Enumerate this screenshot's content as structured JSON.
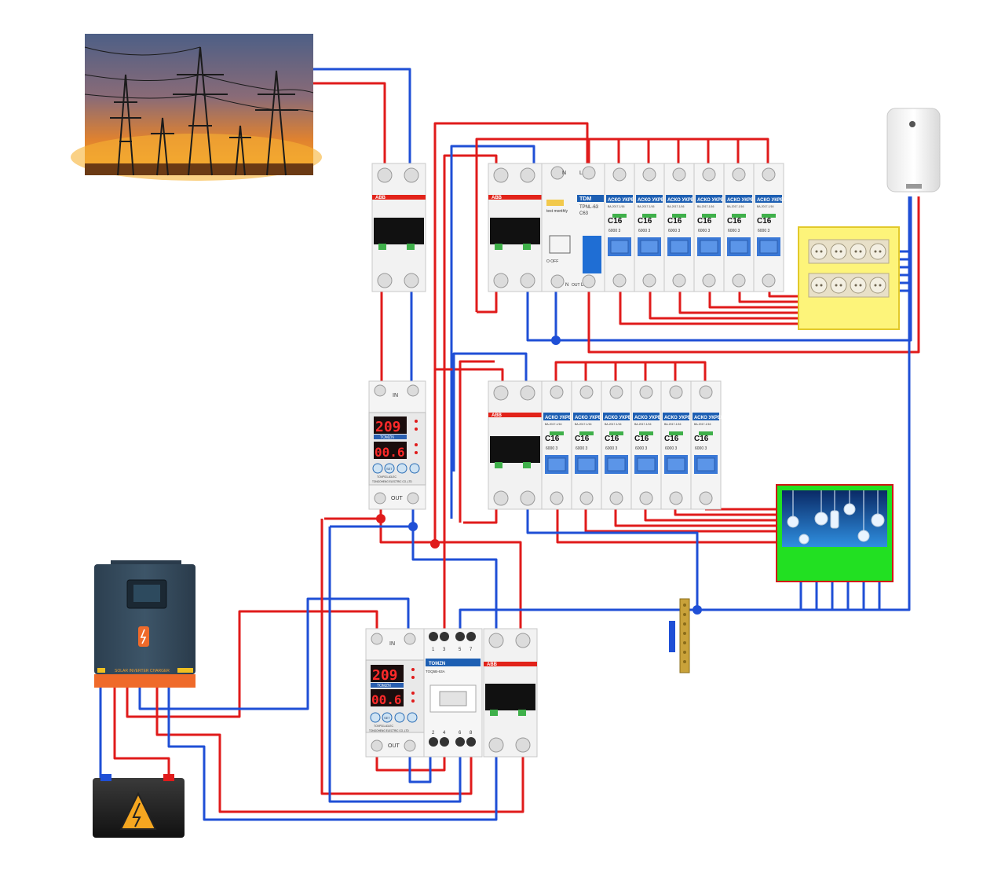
{
  "colors": {
    "phase": "#e01b1b",
    "neutral": "#1f4fd6",
    "abb_red": "#e2231a",
    "breaker_blue": "#3a78d6",
    "socket_panel": "#fdf47a",
    "lamp_panel": "#22e022",
    "display_red": "#ff2a2a"
  },
  "icons": {
    "grid": "power-grid-photo",
    "heater": "water-heater",
    "inverter": "solar-inverter",
    "battery": "battery",
    "warning": "high-voltage-warning",
    "bus": "neutral-bus-bar",
    "sockets": "socket-outlet",
    "lamps": "light-bulb"
  },
  "main_breaker": {
    "brand": "ABB"
  },
  "rcbo": {
    "brand": "TDM",
    "model": "TPNL-63",
    "rating": "C63",
    "test_label": "test monthly",
    "term_top_n": "N",
    "term_top_l": "L",
    "term_bottom_n": "N",
    "term_bottom_out": "OUT",
    "term_bottom_l": "L",
    "off_label": "O OFF"
  },
  "group1": {
    "input_brand": "ABB",
    "breakers": [
      {
        "brand": "АСКО УКРЕМ",
        "series": "ВА-2017-1/16",
        "rating": "C16",
        "code": "6000 3"
      },
      {
        "brand": "АСКО УКРЕМ",
        "series": "ВА-2017-1/16",
        "rating": "C16",
        "code": "6000 3"
      },
      {
        "brand": "АСКО УКРЕМ",
        "series": "ВА-2017-1/16",
        "rating": "C16",
        "code": "6000 3"
      },
      {
        "brand": "АСКО УКРЕМ",
        "series": "ВА-2017-1/16",
        "rating": "C16",
        "code": "6000 3"
      },
      {
        "brand": "АСКО УКРЕМ",
        "series": "ВА-2017-1/16",
        "rating": "C16",
        "code": "6000 3"
      },
      {
        "brand": "АСКО УКРЕМ",
        "series": "ВА-2017-1/16",
        "rating": "C16",
        "code": "6000 3"
      }
    ]
  },
  "group2": {
    "input_brand": "ABB",
    "breakers": [
      {
        "brand": "АСКО УКРЕМ",
        "series": "ВА-2017-1/16",
        "rating": "C16",
        "code": "6000 3"
      },
      {
        "brand": "АСКО УКРЕМ",
        "series": "ВА-2017-1/16",
        "rating": "C16",
        "code": "6000 3"
      },
      {
        "brand": "АСКО УКРЕМ",
        "series": "ВА-2017-1/16",
        "rating": "C16",
        "code": "6000 3"
      },
      {
        "brand": "АСКО УКРЕМ",
        "series": "ВА-2017-1/16",
        "rating": "C16",
        "code": "6000 3"
      },
      {
        "brand": "АСКО УКРЕМ",
        "series": "ВА-2017-1/16",
        "rating": "C16",
        "code": "6000 3"
      },
      {
        "brand": "АСКО УКРЕМ",
        "series": "ВА-2017-1/16",
        "rating": "C16",
        "code": "6000 3"
      }
    ]
  },
  "relay_top": {
    "in_label": "IN",
    "out_label": "OUT",
    "voltage": "209",
    "current": "00.6",
    "brand": "TOMZN",
    "model": "TOVPD1-63-EC",
    "maker": "TONGOHENG ELECTRIC CO.,LTD",
    "set_button": "SET"
  },
  "relay_bottom": {
    "in_label": "IN",
    "out_label": "OUT",
    "voltage": "209",
    "current": "00.6",
    "brand": "TOMZN",
    "model": "TOVPD1-63-EC",
    "maker": "TONGOHENG ELECTRIC CO.,LTD",
    "set_button": "SET"
  },
  "changeover": {
    "brand": "TOMZN",
    "model": "TOQ5B-63A",
    "top_terminals": [
      "1",
      "3",
      "5",
      "7"
    ],
    "bottom_terminals": [
      "2",
      "4",
      "6",
      "8"
    ]
  },
  "bottom_breaker": {
    "brand": "ABB"
  },
  "inverter": {
    "label": "SOLAR INVERTER CHARGER"
  }
}
